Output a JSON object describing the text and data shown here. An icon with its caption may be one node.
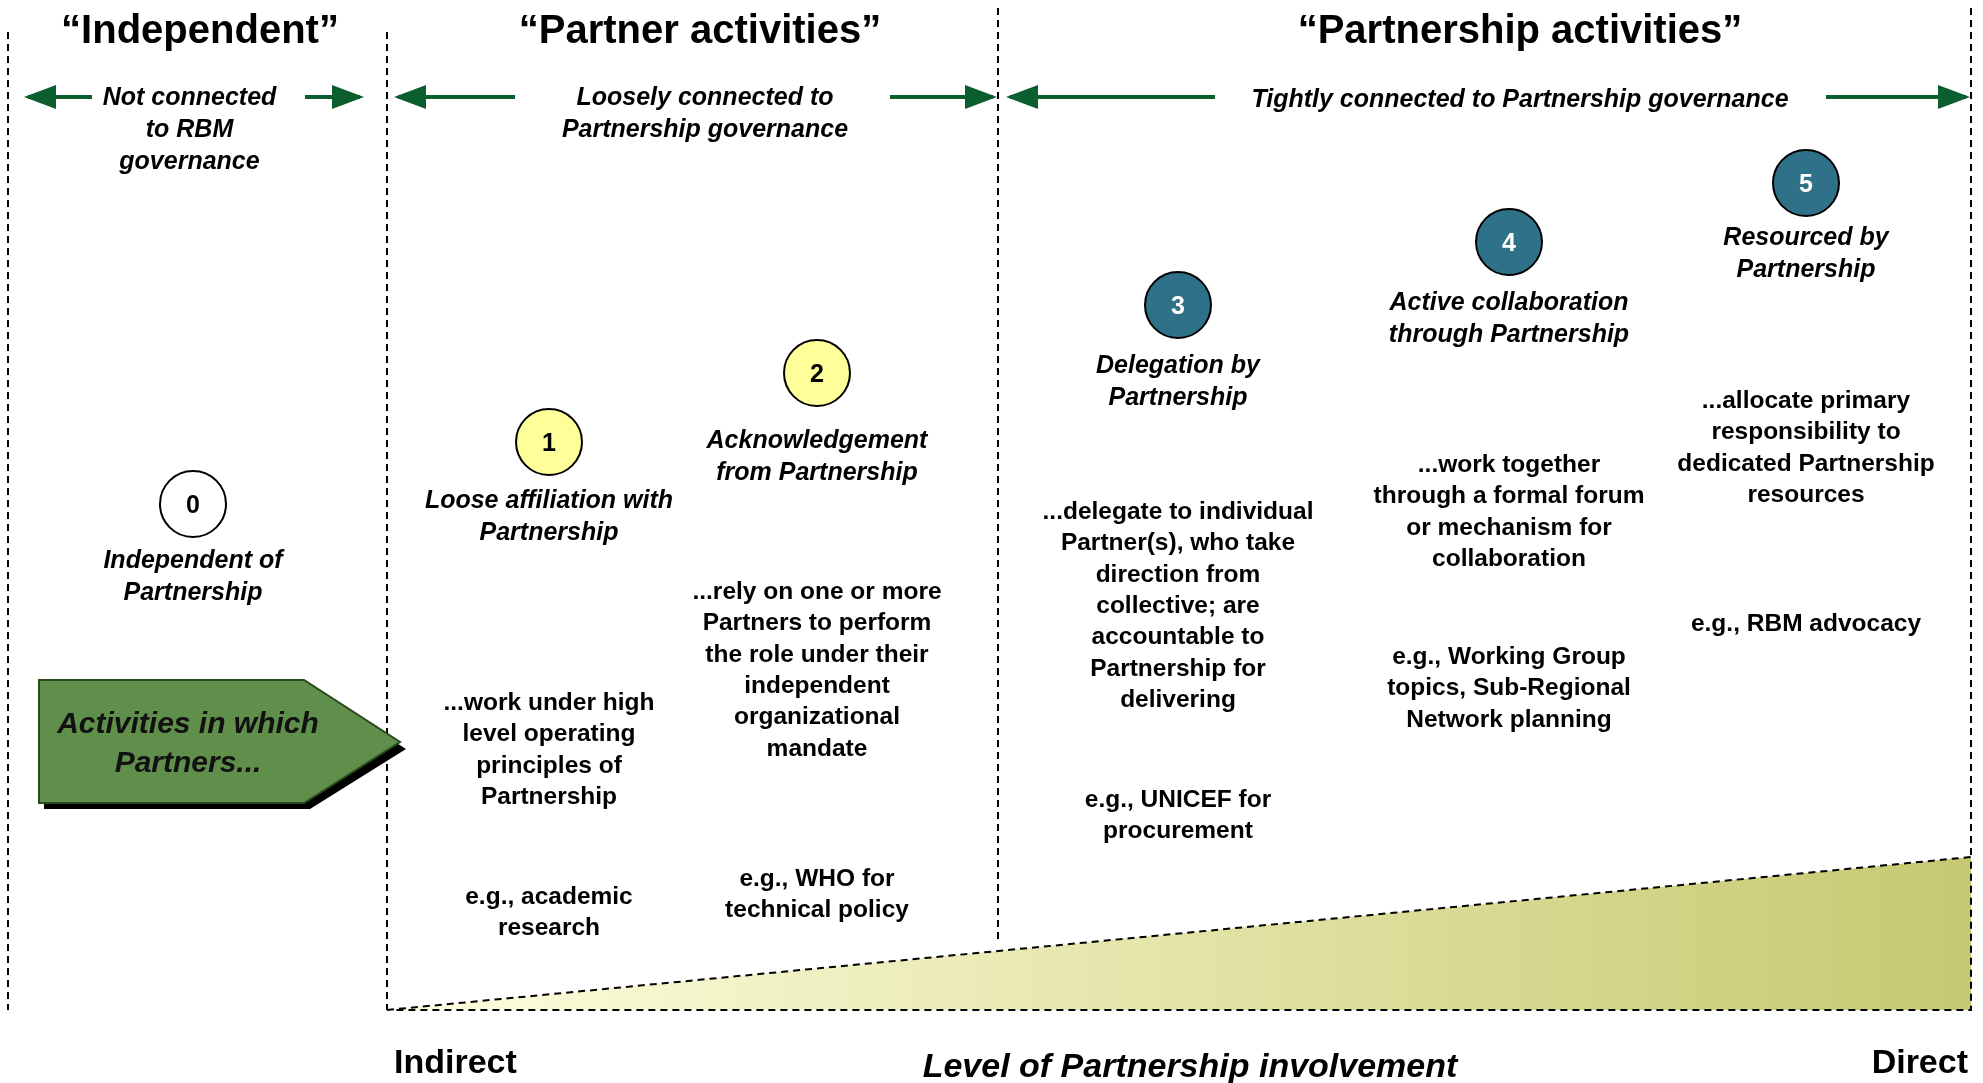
{
  "diagram": {
    "nodes": [
      {
        "text": [
          "Activities in which Partners..."
        ]
      },
      {
        "text": [
          "0"
        ],
        "beside": [
          "Independent of Partnership"
        ]
      },
      {
        "text": [
          "1"
        ],
        "beside": [
          "Loose affiliation with Partnership"
        ]
      },
      {
        "text": [
          "2"
        ],
        "beside": [
          "Acknowledgement from Partnership"
        ]
      },
      {
        "text": [
          "3"
        ],
        "beside": [
          "Delegation by Partnership"
        ]
      },
      {
        "text": [
          "4"
        ],
        "beside": [
          "Active collaboration through Partnership"
        ]
      },
      {
        "text": [
          "5"
        ],
        "beside": [
          "Resourced by Partnership"
        ]
      }
    ],
    "labels": [
      "“Independent”",
      "“Partner activities”",
      "“Partnership activities”",
      "Not connected to RBM governance",
      "Loosely connected to Partnership governance",
      "Tightly connected to Partnership governance",
      "...work under high level operating principles of Partnership",
      "e.g., academic research",
      "...rely on one or more Partners to perform the role under their independent organizational mandate",
      "e.g., WHO for technical policy",
      "...delegate to individual Partner(s), who take direction from collective; are accountable to Partnership for delivering",
      "e.g., UNICEF for procurement",
      "...work together through a formal forum or mechanism for collaboration",
      "e.g., Working Group topics, Sub-Regional Network planning",
      "...allocate primary responsibility to dedicated Partnership resources",
      "e.g., RBM advocacy",
      "Indirect",
      "Level of Partnership involvement",
      "Direct"
    ]
  }
}
